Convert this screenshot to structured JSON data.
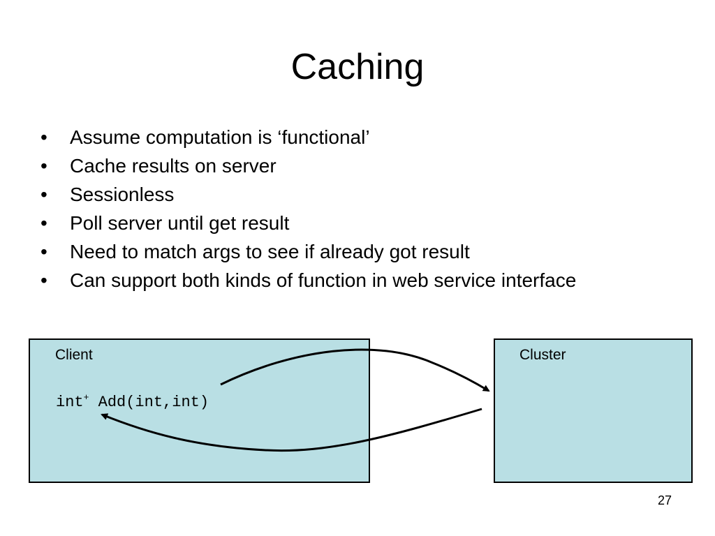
{
  "slide": {
    "title": "Caching",
    "bullets": [
      "Assume computation is ‘functional’",
      "Cache results on server",
      "Sessionless",
      "Poll server until get result",
      "Need to match args to see if already got result",
      "Can support both kinds of function in web service interface"
    ],
    "bullet_symbol": "•",
    "page_number": "27"
  },
  "diagram": {
    "client": {
      "label": "Client",
      "signature_return": "int",
      "signature_sup": "+",
      "signature_rest": " Add(int,int)"
    },
    "cluster": {
      "label": "Cluster"
    },
    "box_fill": "#b9dfe4",
    "stroke_color": "#000000",
    "arrows": [
      "request-arrow",
      "response-arrow"
    ]
  }
}
